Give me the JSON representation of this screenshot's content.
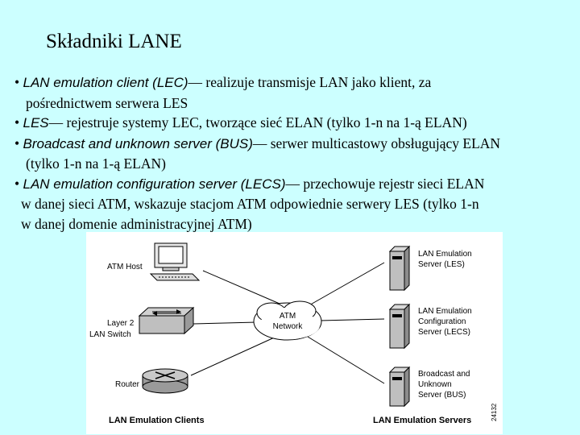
{
  "title": "Składniki LANE",
  "bullets": {
    "b1": {
      "bullet": "•",
      "term": "LAN emulation client (LEC)",
      "text1": "— realizuje transmisje LAN jako klient, za",
      "text2": "pośrednictwem serwera LES"
    },
    "b2": {
      "bullet": "•",
      "term": "LES",
      "text1": "— rejestruje systemy LEC, tworzące sieć ELAN (tylko 1-n na 1-ą ELAN)"
    },
    "b3": {
      "bullet": "•",
      "term": "Broadcast and unknown server (BUS)",
      "text1": "— serwer multicastowy obsługujący ELAN",
      "text2": "(tylko 1-n na 1-ą ELAN)"
    },
    "b4": {
      "bullet": "•",
      "term": "LAN emulation configuration server (LECS)",
      "text1": "— przechowuje rejestr sieci ELAN",
      "text2": "w danej sieci ATM, wskazuje stacjom ATM odpowiednie serwery LES (tylko 1-n",
      "text3": "w danej domenie administracyjnej ATM)"
    }
  },
  "diagram": {
    "clients": {
      "atm_host": "ATM Host",
      "switch_line1": "Layer 2",
      "switch_line2": "LAN Switch",
      "router": "Router"
    },
    "network_line1": "ATM",
    "network_line2": "Network",
    "servers": {
      "les_line1": "LAN Emulation",
      "les_line2": "Server (LES)",
      "lecs_line1": "LAN Emulation",
      "lecs_line2": "Configuration",
      "lecs_line3": "Server (LECS)",
      "bus_line1": "Broadcast and",
      "bus_line2": "Unknown",
      "bus_line3": "Server (BUS)"
    },
    "footer_clients": "LAN Emulation Clients",
    "footer_servers": "LAN Emulation Servers",
    "figure_number": "24132"
  }
}
